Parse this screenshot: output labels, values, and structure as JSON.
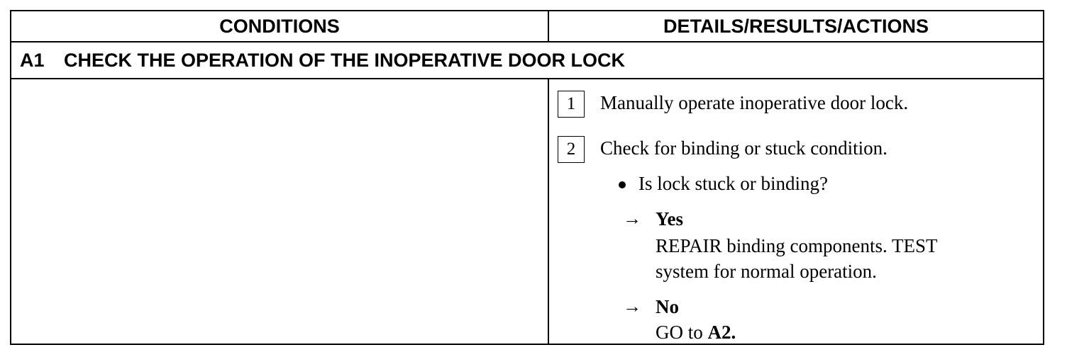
{
  "header": {
    "conditions_label": "CONDITIONS",
    "details_label": "DETAILS/RESULTS/ACTIONS"
  },
  "step": {
    "code": "A1",
    "title": "CHECK THE OPERATION OF THE INOPERATIVE DOOR LOCK"
  },
  "actions": [
    {
      "number": "1",
      "text": "Manually operate inoperative door lock."
    },
    {
      "number": "2",
      "text": "Check for binding or stuck condition."
    }
  ],
  "question": "Is lock stuck or binding?",
  "results": {
    "arrow_glyph": "→",
    "yes": {
      "label": "Yes",
      "lines": [
        "REPAIR binding components. TEST",
        "system for normal operation."
      ]
    },
    "no": {
      "label": "No",
      "text_prefix": "GO to ",
      "target": "A2."
    }
  }
}
